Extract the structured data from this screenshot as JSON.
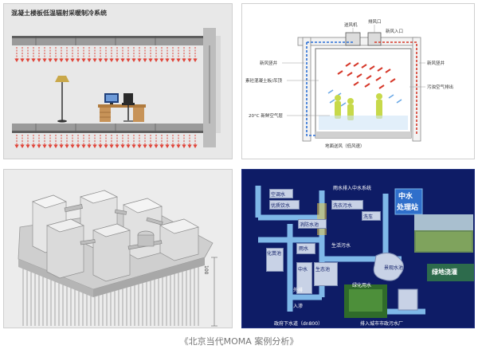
{
  "panel1": {
    "title": "混凝土楼板低温辐射采暖制冷系统"
  },
  "panel2": {
    "labels": {
      "fan": "送风机",
      "exhaust": "排风口",
      "fresh_inlet": "新风入口",
      "fresh_riser_left": "新风竖井",
      "fresh_riser_right": "新风竖井",
      "ceiling": "素砼混凝土板/吊顶",
      "dirty_air": "污浊空气排出",
      "temp": "20°C 新鲜空气层",
      "floor_supply": "地面送风（低风速）"
    }
  },
  "panel3": {
    "dimension": "100"
  },
  "panel4": {
    "labels": {
      "title": "雨水排入中水系统",
      "ac_water": "空调水",
      "fire_water": "消防水池",
      "washing": "洗衣污水",
      "sewage": "生活污水",
      "car_wash": "洗车",
      "green": "优质饮水",
      "rain": "雨水",
      "gray": "化粪池",
      "pool": "中水",
      "cooling": "绿化用水",
      "leak": "入渗",
      "outlet": "外排",
      "reuse": "景观水池",
      "wetland": "生态池",
      "sewer": "政府下水道（dn800）",
      "plant": "排入城市市政污水厂"
    },
    "station_line1": "中水",
    "station_line2": "处理站",
    "green_text": "绿地浇灌"
  },
  "caption": "《北京当代MOMA 案例分析》"
}
